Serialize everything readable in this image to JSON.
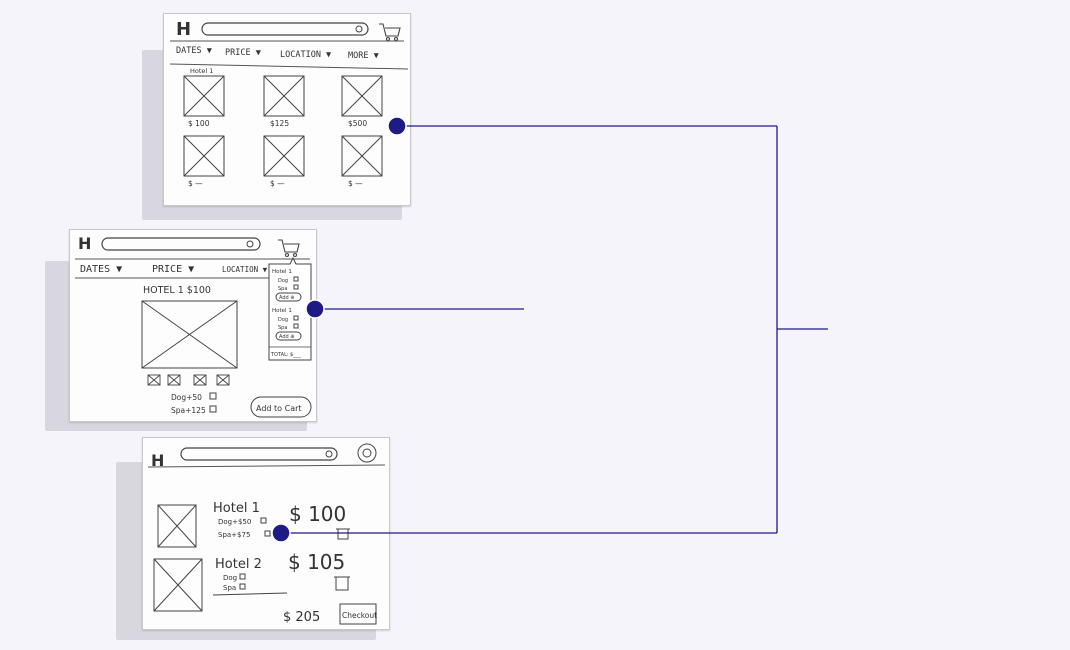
{
  "colors": {
    "background": "#f5f4fb",
    "connector": "#1e1a86",
    "handle": "#1e1a86",
    "sketch_ink": "#333333",
    "card_shadow": "#d8d7e0"
  },
  "listing_sketch": {
    "logo": "H",
    "filters": [
      "DATES ▼",
      "PRICE ▼",
      "LOCATION ▼",
      "MORE ▼"
    ],
    "grid_items": [
      {
        "label": "Hotel 1",
        "price": "$ 100"
      },
      {
        "label": "",
        "price": "$125"
      },
      {
        "label": "",
        "price": "$500"
      },
      {
        "label": "",
        "price": "$ —"
      },
      {
        "label": "",
        "price": "$ —"
      },
      {
        "label": "",
        "price": "$ —"
      }
    ]
  },
  "detail_sketch": {
    "logo": "H",
    "filters": [
      "DATES ▼",
      "PRICE ▼",
      "LOCATION ▼"
    ],
    "title": "HOTEL 1  $100",
    "options": [
      "Dog+50",
      "Spa+125"
    ],
    "add_to_cart": "Add to Cart",
    "cart_popup": {
      "items": [
        {
          "name": "Hotel 1",
          "opts": [
            "Dog",
            "Spa"
          ],
          "button": "Add ⊕"
        },
        {
          "name": "Hotel 1",
          "opts": [
            "Dog",
            "Spa"
          ],
          "button": "Add ⊕"
        }
      ],
      "total": "TOTAL: $___"
    }
  },
  "cart_sketch": {
    "logo": "H",
    "items": [
      {
        "name": "Hotel 1",
        "opts": [
          "Dog+$50",
          "Spa+$75"
        ],
        "price": "$ 100"
      },
      {
        "name": "Hotel 2",
        "opts": [
          "Dog",
          "Spa"
        ],
        "price": "$ 105"
      }
    ],
    "total": "$ 205",
    "checkout": "Checkout"
  }
}
